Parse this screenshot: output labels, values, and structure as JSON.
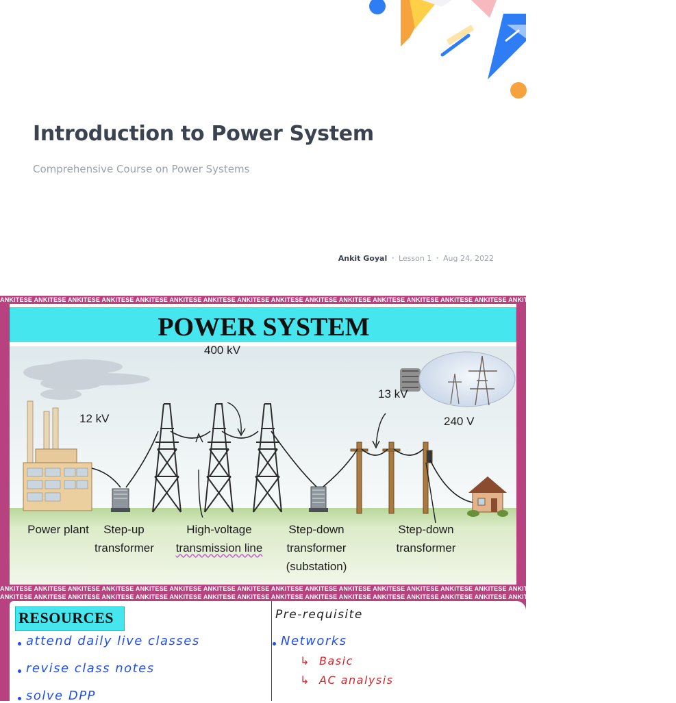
{
  "header": {
    "title": "Introduction to Power System",
    "subtitle": "Comprehensive Course on Power Systems",
    "author": "Ankit Goyal",
    "lesson": "Lesson 1",
    "date": "Aug 24, 2022",
    "separator": "•"
  },
  "slide1": {
    "watermark": "ANKITESE ANKITESE ANKITESE ANKITESE ANKITESE ANKITESE ANKITESE ANKITESE ANKITESE ANKITESE ANKITESE ANKITESE ANKITESE ANKITESE ANKITESE ANKITESE ANKITESE ANKITESE ANKITESE ANKITESE",
    "title": "POWER SYSTEM",
    "voltages": {
      "plant": "12 kV",
      "transmission": "400 kV",
      "distribution": "13 kV",
      "consumer": "240 V"
    },
    "labels": {
      "power_plant": "Power plant",
      "step_up_1": "Step-up",
      "step_up_2": "transformer",
      "hv_1": "High-voltage",
      "hv_2": "transmission line",
      "sd1_1": "Step-down",
      "sd1_2": "transformer",
      "sd1_3": "(substation)",
      "sd2_1": "Step-down",
      "sd2_2": "transformer"
    }
  },
  "slide2": {
    "resources_title": "RESOURCES",
    "resources": [
      "attend daily live classes",
      "revise class notes",
      "solve DPP"
    ],
    "prereq_title": "Pre-requisite",
    "prereq_item": "Networks",
    "prereq_sub": [
      "Basic",
      "AC analysis"
    ],
    "arrow": "↳"
  },
  "colors": {
    "frame": "#b7427f",
    "title_bar": "#46e6ee",
    "heading_text": "#3c4350",
    "muted_text": "#9aa2ad",
    "pen_blue": "#2150e8",
    "pen_red": "#d8252a"
  }
}
